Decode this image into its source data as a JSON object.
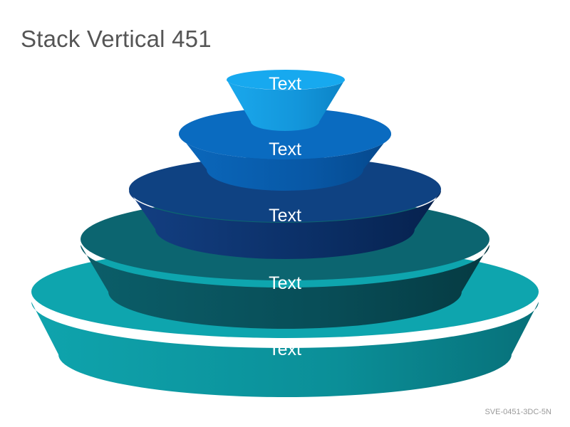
{
  "title": "Stack Vertical 451",
  "tiers": [
    {
      "label": "Text",
      "top_color": "#17A9EF",
      "side_color": "#0F8FD0"
    },
    {
      "label": "Text",
      "top_color": "#0A6BC0",
      "side_color": "#085BA6"
    },
    {
      "label": "Text",
      "top_color": "#0F4282",
      "side_color": "#0C3468"
    },
    {
      "label": "Text",
      "top_color": "#0C6570",
      "side_color": "#084953"
    },
    {
      "label": "Text",
      "top_color": "#0EA5AE",
      "side_color": "#0B8A93"
    }
  ],
  "footer_code": "SVE-0451-3DC-5N"
}
